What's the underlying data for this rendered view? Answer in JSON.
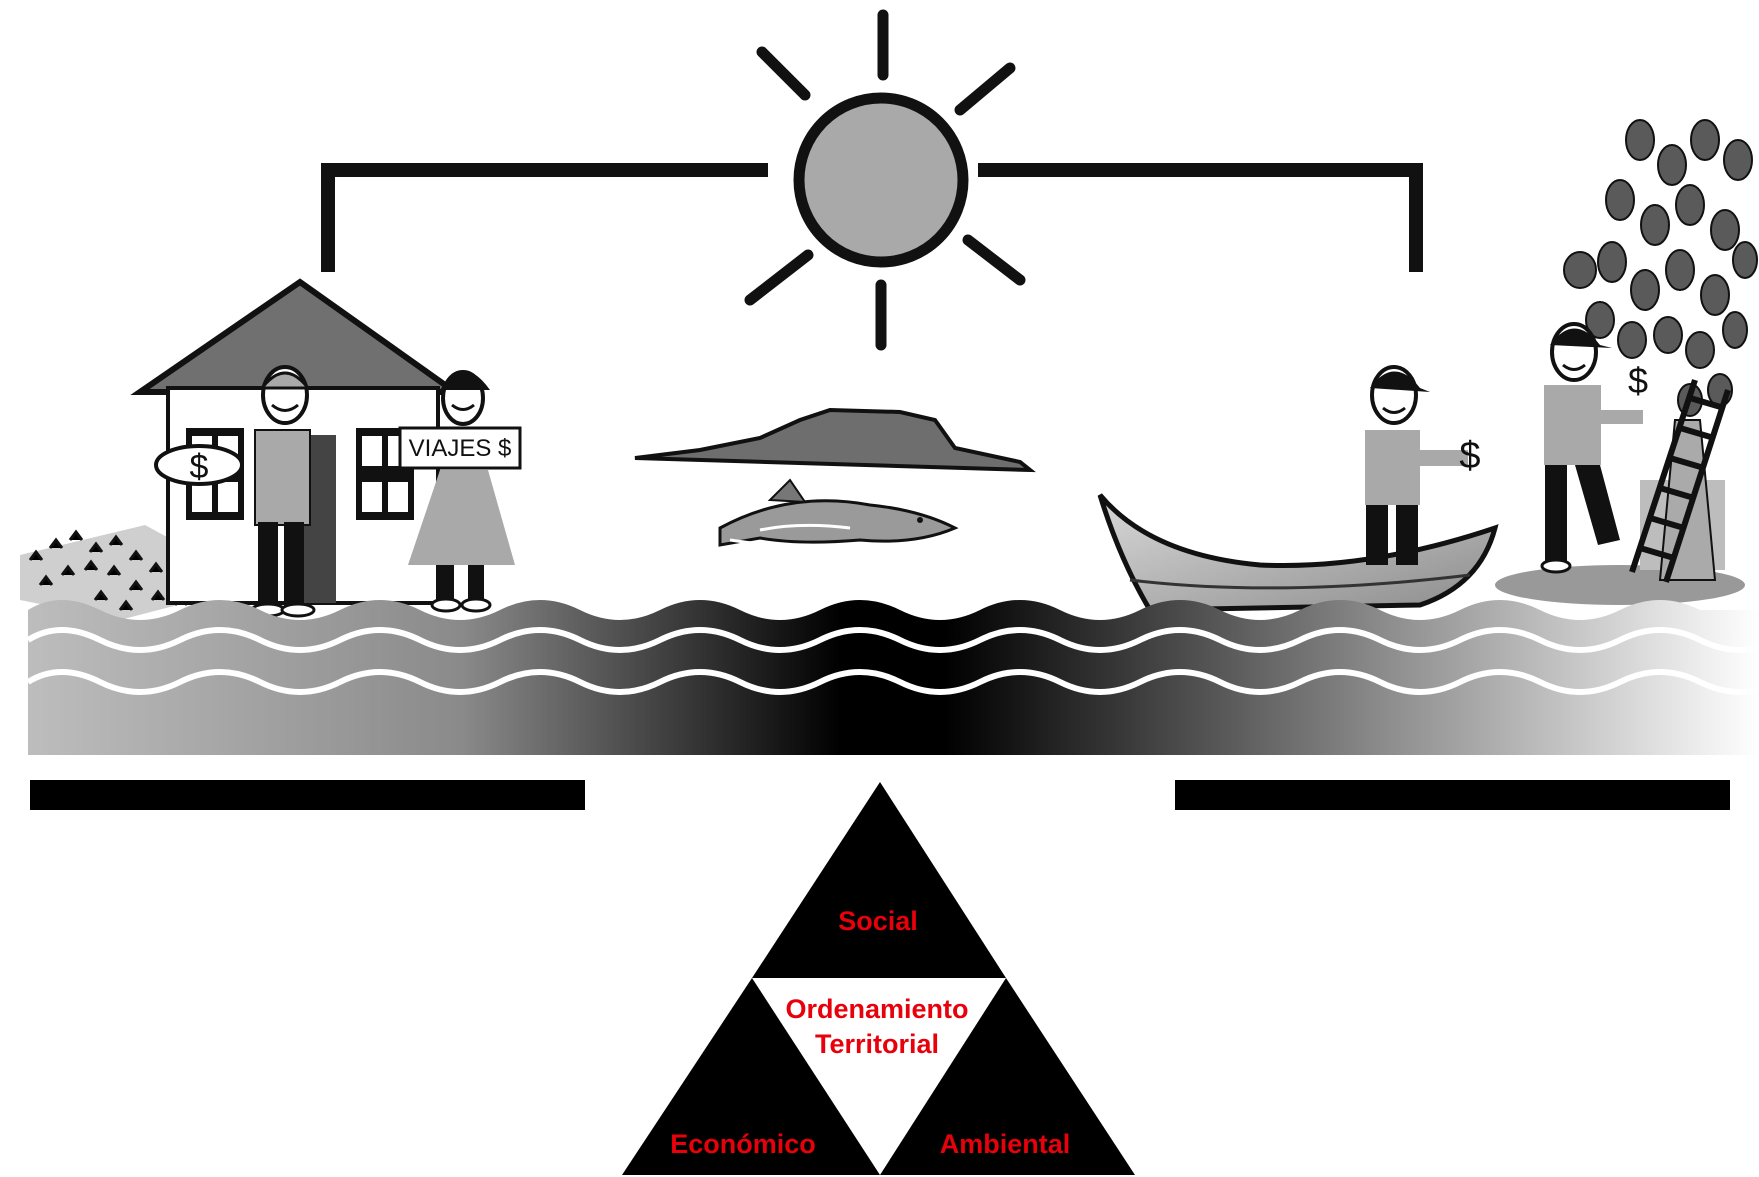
{
  "scene": {
    "house_sign": "$",
    "travel_sign": "VIAJES $",
    "fisher_money": "$",
    "farmer_money": "$"
  },
  "triangle": {
    "top": "Social",
    "center_line1": "Ordenamiento",
    "center_line2": "Territorial",
    "bottom_left": "Económico",
    "bottom_right": "Ambiental"
  },
  "colors": {
    "label_red": "#e8000b",
    "ink": "#111111",
    "gray": "#a9a9a9"
  }
}
